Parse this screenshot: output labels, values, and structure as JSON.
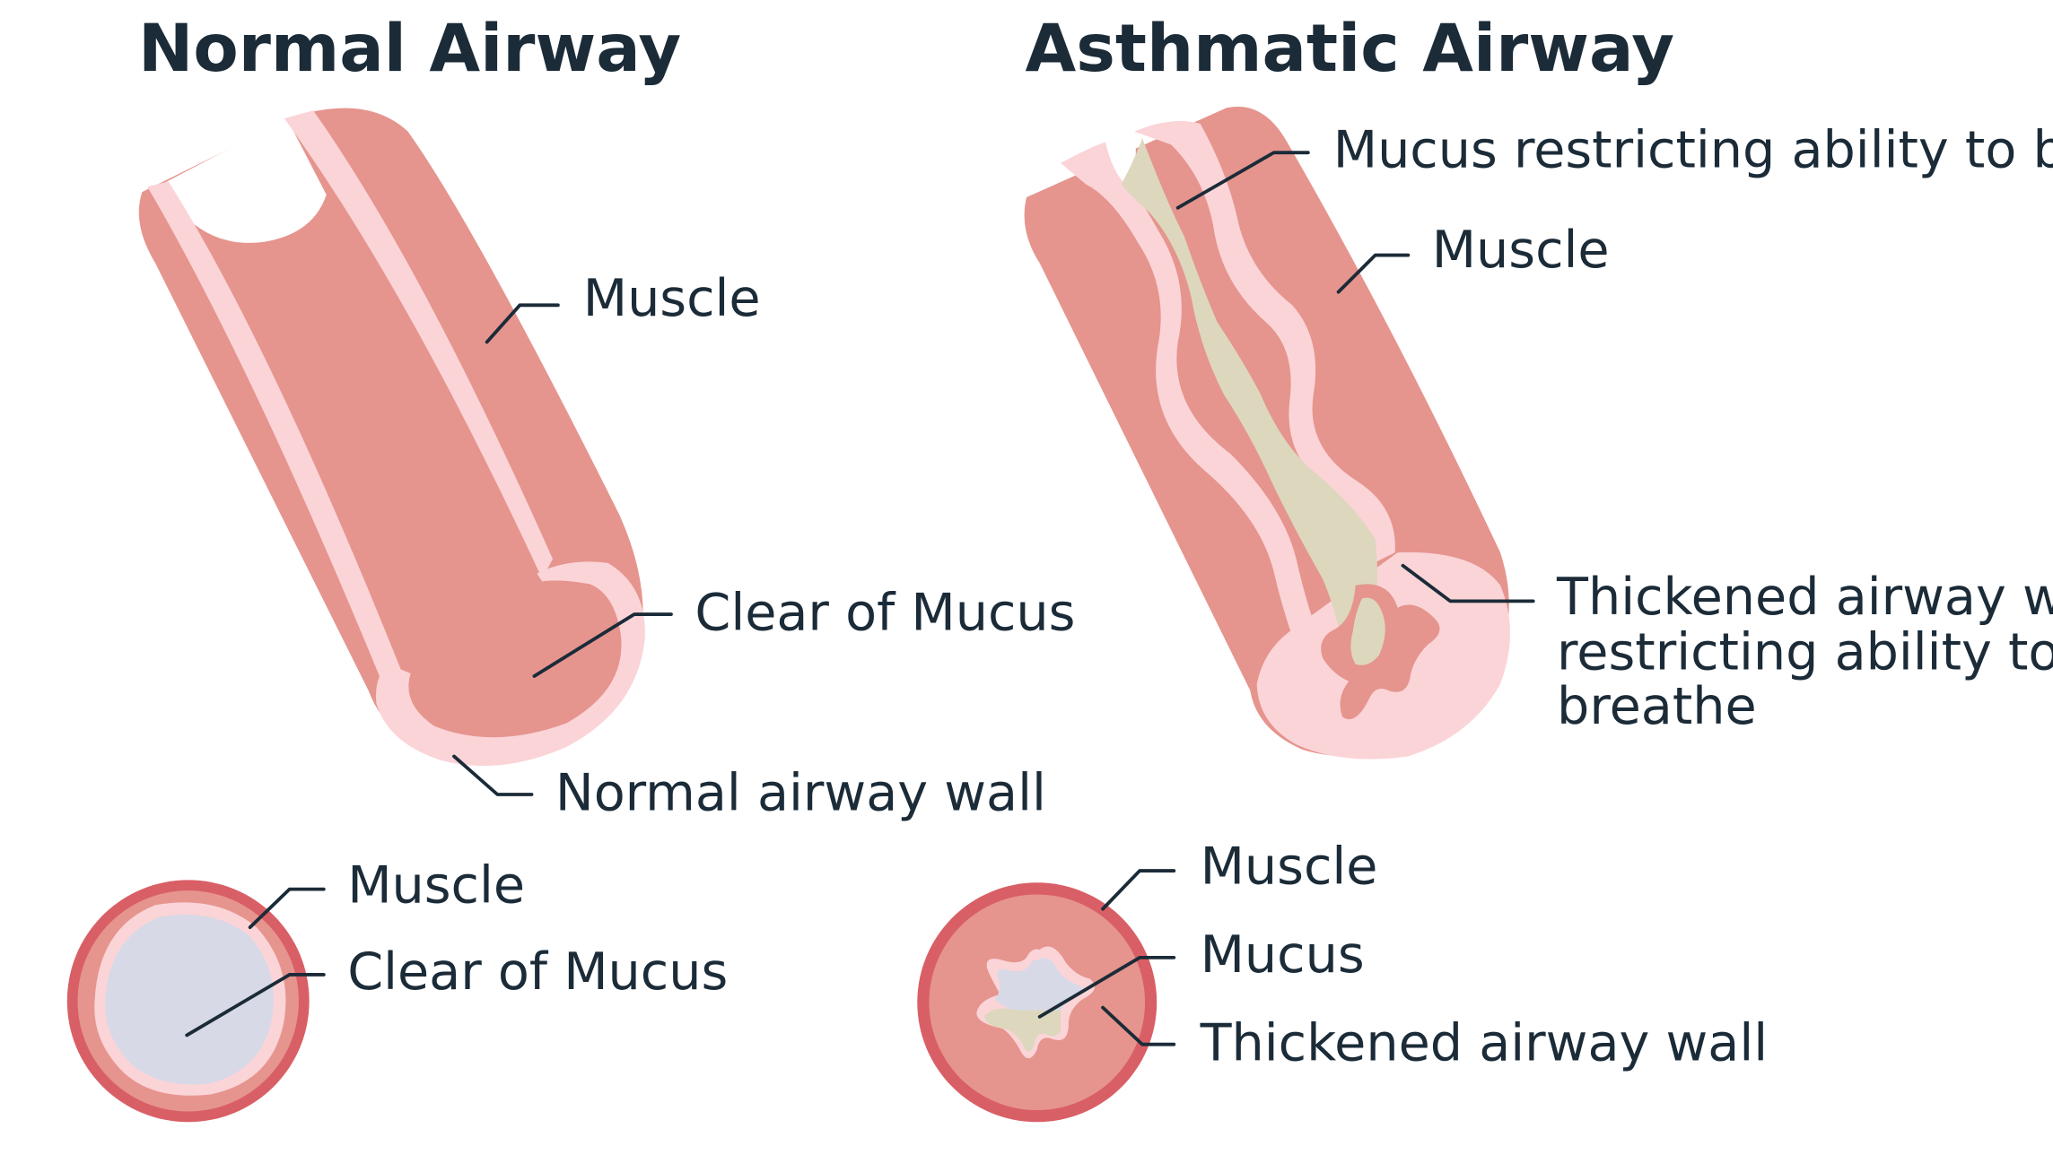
{
  "colors": {
    "muscle": "#e5958e",
    "muscle_dark": "#d95f66",
    "wall": "#fbd4d8",
    "mucus": "#ddd7be",
    "lumen": "#d7d9e6",
    "text": "#1b2b38"
  },
  "normal": {
    "title": "Normal Airway",
    "tube_labels": {
      "muscle": "Muscle",
      "clear": "Clear of Mucus",
      "wall": "Normal airway wall"
    },
    "cross_labels": {
      "muscle": "Muscle",
      "clear": "Clear of Mucus"
    }
  },
  "asthmatic": {
    "title": "Asthmatic Airway",
    "tube_labels": {
      "mucus": "Mucus restricting ability to breathe",
      "muscle": "Muscle",
      "thick_line1": "Thickened airway wall",
      "thick_line2": "restricting ability to",
      "thick_line3": "breathe"
    },
    "cross_labels": {
      "muscle": "Muscle",
      "mucus": "Mucus",
      "thick": "Thickened airway wall"
    }
  }
}
